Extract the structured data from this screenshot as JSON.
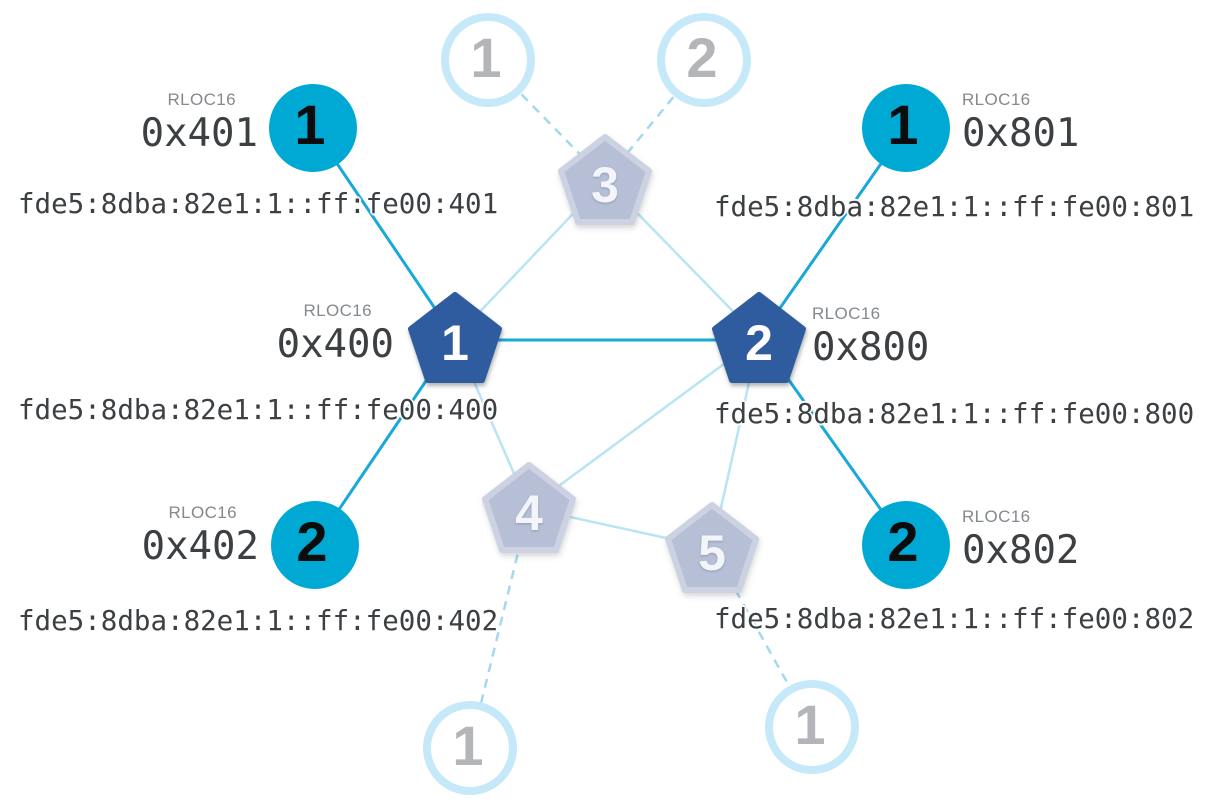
{
  "labels": {
    "rloc16": "RLOC16"
  },
  "nodes": {
    "router_400": {
      "number": "1",
      "rloc16": "0x400",
      "ipv6": "fde5:8dba:82e1:1::ff:fe00:400"
    },
    "router_800": {
      "number": "2",
      "rloc16": "0x800",
      "ipv6": "fde5:8dba:82e1:1::ff:fe00:800"
    },
    "router_3": {
      "number": "3"
    },
    "router_4": {
      "number": "4"
    },
    "router_5": {
      "number": "5"
    },
    "child_401": {
      "number": "1",
      "rloc16": "0x401",
      "ipv6": "fde5:8dba:82e1:1::ff:fe00:401"
    },
    "child_402": {
      "number": "2",
      "rloc16": "0x402",
      "ipv6": "fde5:8dba:82e1:1::ff:fe00:402"
    },
    "child_801": {
      "number": "1",
      "rloc16": "0x801",
      "ipv6": "fde5:8dba:82e1:1::ff:fe00:801"
    },
    "child_802": {
      "number": "2",
      "rloc16": "0x802",
      "ipv6": "fde5:8dba:82e1:1::ff:fe00:802"
    },
    "faded_child_top_1": {
      "number": "1"
    },
    "faded_child_top_2": {
      "number": "2"
    },
    "faded_child_bottom_left": {
      "number": "1"
    },
    "faded_child_bottom_right": {
      "number": "1"
    }
  },
  "colors": {
    "child_active": "#00a9d4",
    "child_faded_ring": "#c5e9f8",
    "router_active": "#2e5c9f",
    "router_faded": "#b6bfd5",
    "link_strong": "#1aa7da",
    "link_weak": "#b8e4f6",
    "link_dashed": "#a3d9ef"
  }
}
